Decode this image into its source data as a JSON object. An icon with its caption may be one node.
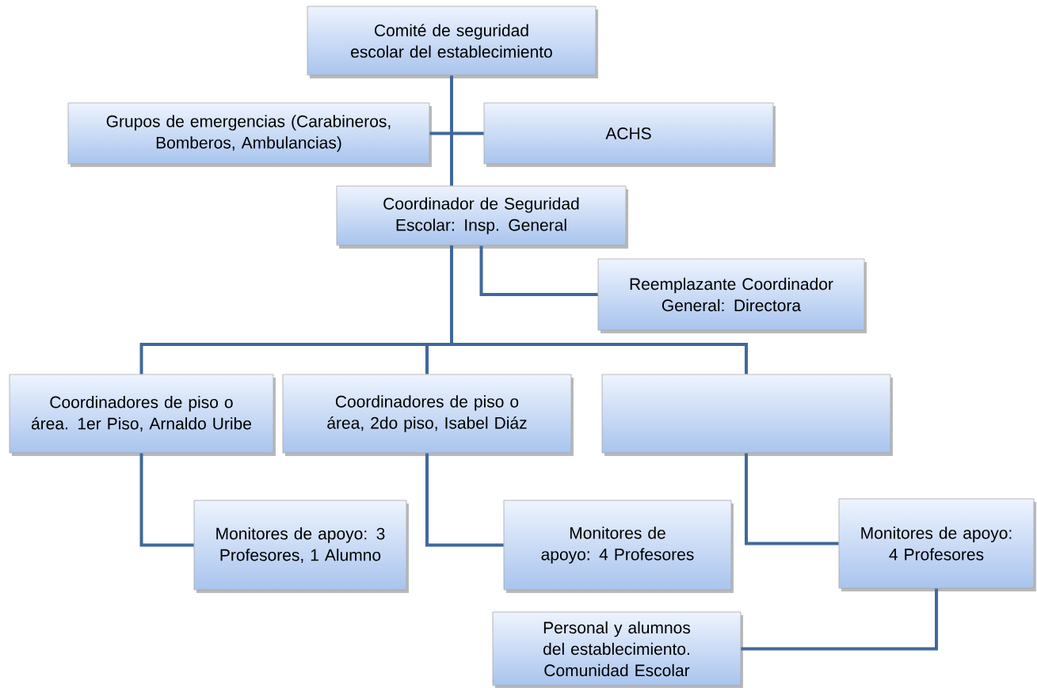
{
  "diagram": {
    "nodes": [
      {
        "text": [
          "Comité de seguridad escolar del establecimiento"
        ]
      },
      {
        "text": [
          "Grupos de emergencias  (Carabineros, Bomberos, Ambulancias)"
        ]
      },
      {
        "text": [
          "ACHS"
        ]
      },
      {
        "text": [
          "Coordinador de Seguridad Escolar: Insp. General"
        ]
      },
      {
        "text": [
          "Reemplazante Coordinador General: Directora"
        ]
      },
      {
        "text": [
          "Coordinadores de piso o área. 1er Piso, Arnaldo Uribe"
        ]
      },
      {
        "text": [
          "Coordinadores de piso o área, 2do piso, Isabel Diáz"
        ]
      },
      {
        "text": [],
        "shape": "box"
      },
      {
        "text": [
          "Monitores de apoyo: 3 Profesores,  1 Alumno"
        ]
      },
      {
        "text": [
          "Monitores de apoyo: 4 Profesores"
        ]
      },
      {
        "text": [
          "Monitores de apoyo: 4 Profesores"
        ]
      },
      {
        "text": [
          "Personal y alumnos del establecimiento. Comunidad Escolar"
        ]
      }
    ],
    "edges": [
      {
        "from": 0,
        "to": 3,
        "arrow": "none"
      },
      {
        "from": 1,
        "to": 2,
        "arrow": "none"
      },
      {
        "from": 3,
        "to": 4,
        "arrow": "none"
      },
      {
        "from": 3,
        "to": 5,
        "arrow": "none"
      },
      {
        "from": 3,
        "to": 6,
        "arrow": "none"
      },
      {
        "from": 3,
        "to": 7,
        "arrow": "none"
      },
      {
        "from": 5,
        "to": 8,
        "arrow": "none"
      },
      {
        "from": 6,
        "to": 9,
        "arrow": "none"
      },
      {
        "from": 7,
        "to": 10,
        "arrow": "none"
      },
      {
        "from": 10,
        "to": 11,
        "arrow": "none"
      }
    ]
  }
}
